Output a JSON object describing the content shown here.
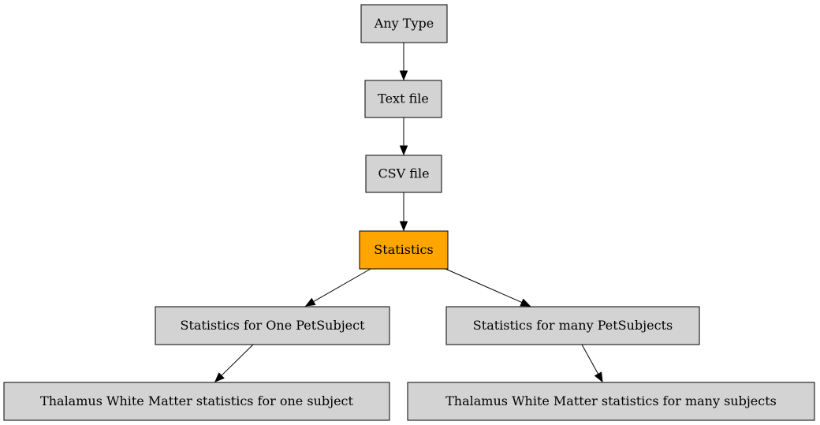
{
  "diagram": {
    "nodes": [
      {
        "id": "any_type",
        "label": "Any Type",
        "fill": "#d3d3d3",
        "highlight": false
      },
      {
        "id": "text_file",
        "label": "Text file",
        "fill": "#d3d3d3",
        "highlight": false
      },
      {
        "id": "csv_file",
        "label": "CSV file",
        "fill": "#d3d3d3",
        "highlight": false
      },
      {
        "id": "statistics",
        "label": "Statistics",
        "fill": "#ffa500",
        "highlight": true
      },
      {
        "id": "stats_one",
        "label": "Statistics for One PetSubject",
        "fill": "#d3d3d3",
        "highlight": false
      },
      {
        "id": "stats_many",
        "label": "Statistics for many PetSubjects",
        "fill": "#d3d3d3",
        "highlight": false
      },
      {
        "id": "thal_one",
        "label": "Thalamus White Matter statistics for one subject",
        "fill": "#d3d3d3",
        "highlight": false
      },
      {
        "id": "thal_many",
        "label": "Thalamus White Matter statistics for many subjects",
        "fill": "#d3d3d3",
        "highlight": false
      }
    ],
    "edges": [
      {
        "from": "any_type",
        "to": "text_file"
      },
      {
        "from": "text_file",
        "to": "csv_file"
      },
      {
        "from": "csv_file",
        "to": "statistics"
      },
      {
        "from": "statistics",
        "to": "stats_one"
      },
      {
        "from": "statistics",
        "to": "stats_many"
      },
      {
        "from": "stats_one",
        "to": "thal_one"
      },
      {
        "from": "stats_many",
        "to": "thal_many"
      }
    ],
    "colors": {
      "node_default": "#d3d3d3",
      "node_highlight": "#ffa500",
      "stroke": "#000000"
    }
  }
}
